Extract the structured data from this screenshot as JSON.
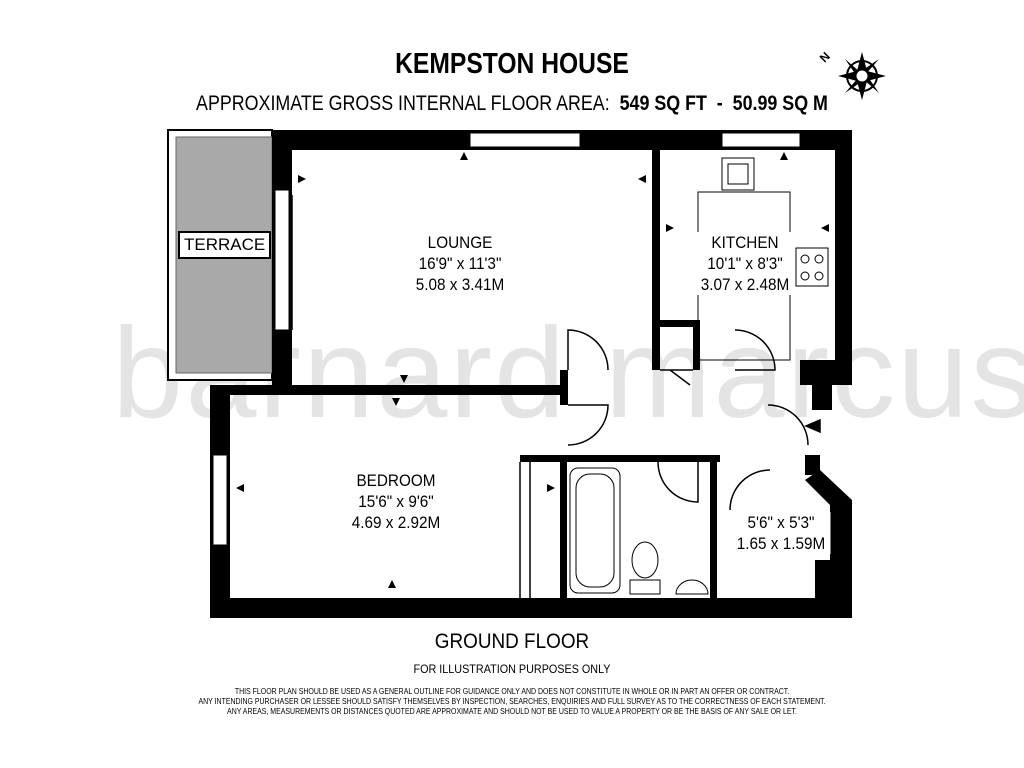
{
  "header": {
    "title": "KEMPSTON HOUSE",
    "area_label": "APPROXIMATE GROSS INTERNAL FLOOR AREA:",
    "area_sqft": "549 SQ FT",
    "area_sep": "-",
    "area_sqm": "50.99 SQ M",
    "compass_label": "N"
  },
  "rooms": {
    "terrace": {
      "name": "TERRACE"
    },
    "lounge": {
      "name": "LOUNGE",
      "imperial": "16'9\" x 11'3\"",
      "metric": "5.08 x 3.41M"
    },
    "kitchen": {
      "name": "KITCHEN",
      "imperial": "10'1\" x 8'3\"",
      "metric": "3.07 x 2.48M"
    },
    "bedroom": {
      "name": "BEDROOM",
      "imperial": "15'6\" x 9'6\"",
      "metric": "4.69 x 2.92M"
    },
    "store": {
      "imperial": "5'6\" x 5'3\"",
      "metric": "1.65 x 1.59M"
    }
  },
  "watermark": "barnard marcus",
  "footer": {
    "floor": "GROUND FLOOR",
    "illustration": "FOR ILLUSTRATION PURPOSES ONLY",
    "disclaimer": [
      "THIS FLOOR PLAN SHOULD BE USED AS A GENERAL OUTLINE FOR GUIDANCE ONLY AND DOES NOT CONSTITUTE IN WHOLE OR IN PART AN OFFER OR CONTRACT.",
      "ANY INTENDING PURCHASER OR LESSEE SHOULD SATISFY THEMSELVES BY INSPECTION, SEARCHES, ENQUIRIES AND FULL SURVEY AS TO THE CORRECTNESS OF EACH STATEMENT.",
      "ANY AREAS, MEASUREMENTS OR DISTANCES QUOTED ARE APPROXIMATE AND SHOULD NOT BE USED TO VALUE A PROPERTY OR BE THE BASIS OF ANY SALE OR LET."
    ]
  }
}
